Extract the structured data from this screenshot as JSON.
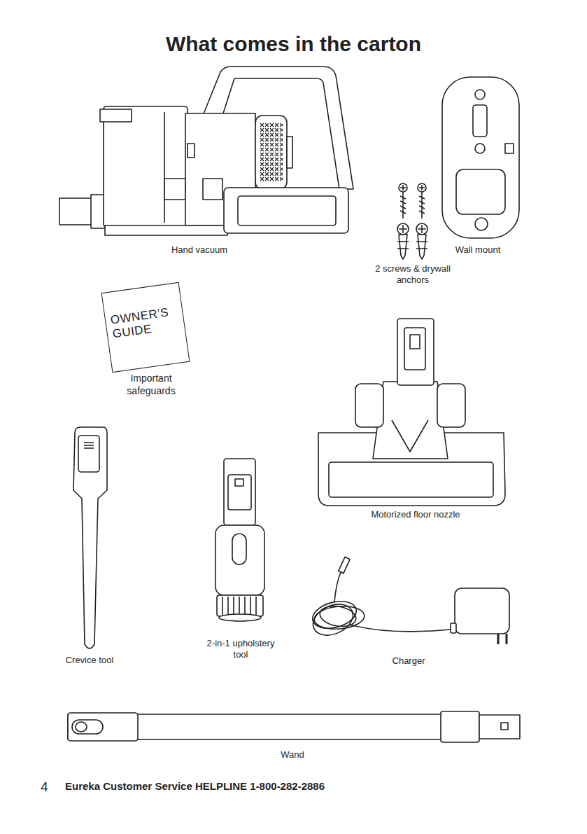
{
  "diagram": {
    "title": "What comes in the carton",
    "nodes": [
      {
        "text": [
          "OWNER’S GUIDE"
        ]
      }
    ],
    "edges": [],
    "labels": [
      "Hand vacuum",
      "Wall mount",
      "2 screws & drywall anchors",
      "Important safeguards",
      "Motorized floor nozzle",
      "Crevice tool",
      "2-in-1 upholstery tool",
      "Charger",
      "Wand",
      "4",
      "Eureka Customer Service HELPLINE 1-800-282-2886"
    ]
  }
}
